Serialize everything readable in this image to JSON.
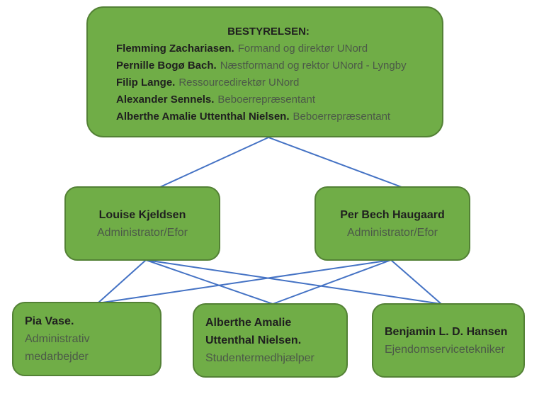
{
  "diagram": {
    "board": {
      "title": "BESTYRELSEN:",
      "members": [
        {
          "name": "Flemming Zachariasen.",
          "role": "Formand og direktør UNord"
        },
        {
          "name": "Pernille Bogø Bach.",
          "role": "Næstformand og rektor UNord - Lyngby"
        },
        {
          "name": "Filip Lange.",
          "role": "Ressourcedirektør UNord"
        },
        {
          "name": "Alexander Sennels.",
          "role": "Beboerrepræsentant"
        },
        {
          "name": "Alberthe Amalie Uttenthal Nielsen.",
          "role": "Beboerrepræsentant"
        }
      ]
    },
    "managers": [
      {
        "name": "Louise Kjeldsen",
        "role": "Administrator/Efor"
      },
      {
        "name": "Per Bech Haugaard",
        "role": "Administrator/Efor"
      }
    ],
    "staff": [
      {
        "name": "Pia Vase.",
        "role": "Administrativ medarbejder"
      },
      {
        "name": "Alberthe Amalie Uttenthal Nielsen.",
        "role": "Studentermedhjælper"
      },
      {
        "name": "Benjamin L. D. Hansen",
        "role": "Ejendomservicetekniker"
      }
    ],
    "colors": {
      "box_fill": "#70AD47",
      "box_border": "#538135",
      "connector": "#4472C4",
      "name_text": "#1f1f1f",
      "role_text": "#4c5948"
    }
  }
}
